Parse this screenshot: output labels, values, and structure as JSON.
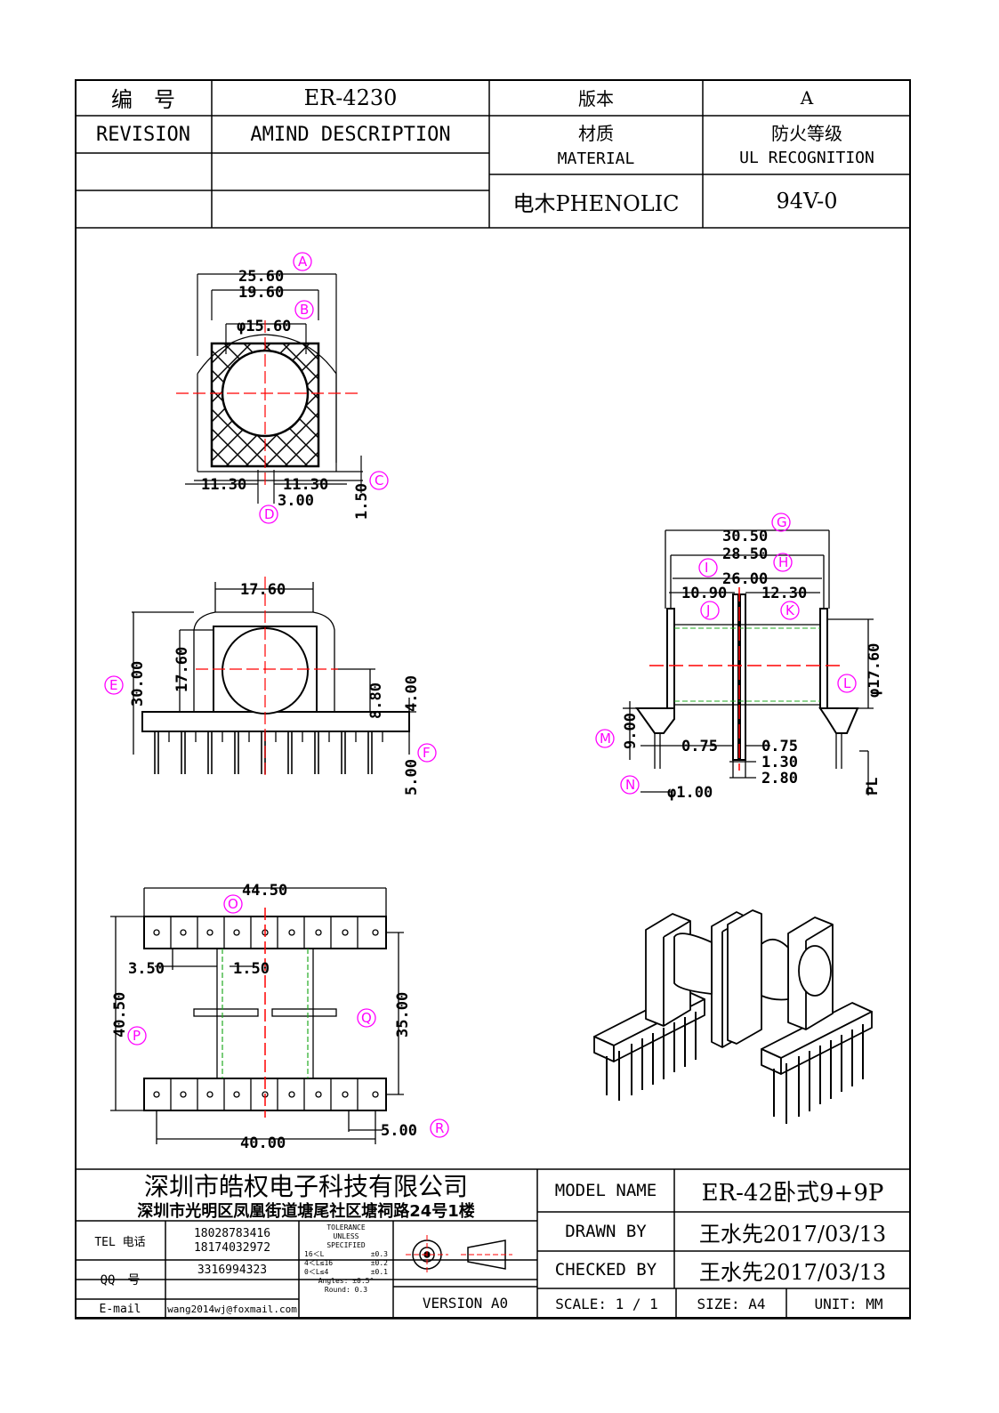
{
  "header": {
    "number_label": "编　号",
    "number_value": "ER-4230",
    "version_label": "版本",
    "version_value": "A",
    "revision_label": "REVISION",
    "amend_label": "AMIND DESCRIPTION",
    "material_cn": "材质",
    "material_en": "MATERIAL",
    "fire_cn": "防火等级",
    "fire_en": "UL RECOGNITION",
    "material_value": "电木PHENOLIC",
    "fire_value": "94V-0"
  },
  "top_view": {
    "dims": [
      "25.60",
      "19.60",
      "φ15.60",
      "11.30",
      "11.30",
      "3.00",
      "1.50"
    ],
    "markers": [
      "A",
      "B",
      "C",
      "D"
    ]
  },
  "front_view": {
    "dims": [
      "17.60",
      "17.60",
      "30.00",
      "8.80",
      "4.00",
      "5.00"
    ],
    "markers": [
      "E",
      "F"
    ]
  },
  "side_view": {
    "dims": [
      "30.50",
      "28.50",
      "26.00",
      "10.90",
      "12.30",
      "φ17.60",
      "9.00",
      "0.75",
      "0.75",
      "1.30",
      "2.80",
      "φ1.00",
      "PL"
    ],
    "markers": [
      "G",
      "H",
      "I",
      "J",
      "K",
      "L",
      "M",
      "N"
    ]
  },
  "bottom_view": {
    "dims": [
      "44.50",
      "3.50",
      "1.50",
      "40.50",
      "35.00",
      "40.00",
      "5.00"
    ],
    "markers": [
      "O",
      "P",
      "Q",
      "R"
    ]
  },
  "title_block": {
    "company": "深圳市皓权电子科技有限公司",
    "address": "深圳市光明区凤凰街道塘尾社区塘祠路24号1楼",
    "tel_label": "TEL 电话",
    "tel_1": "18028783416",
    "tel_2": "18174032972",
    "qq_label": "QQ　号",
    "qq_value": "3316994323",
    "email_label": "E-mail",
    "email_value": "wang2014wj@foxmail.com",
    "tolerance_title_1": "TOLERANCE",
    "tolerance_title_2": "UNLESS",
    "tolerance_title_3": "SPECIFIED",
    "tolerance_rows": [
      {
        "range": "16＜L",
        "tol": "±0.3"
      },
      {
        "range": "4＜L≤16",
        "tol": "±0.2"
      },
      {
        "range": "0＜L≤4",
        "tol": "±0.1"
      }
    ],
    "angles": "Angles: ±0.5°",
    "round": "Round: 0.3",
    "version": "VERSION A0",
    "model_label": "MODEL NAME",
    "model_value": "ER-42卧式9+9P",
    "drawn_label": "DRAWN BY",
    "drawn_value": "王水先2017/03/13",
    "checked_label": "CHECKED BY",
    "checked_value": "王水先2017/03/13",
    "scale": "SCALE: 1 / 1",
    "size": "SIZE: A4",
    "unit": "UNIT: MM"
  }
}
